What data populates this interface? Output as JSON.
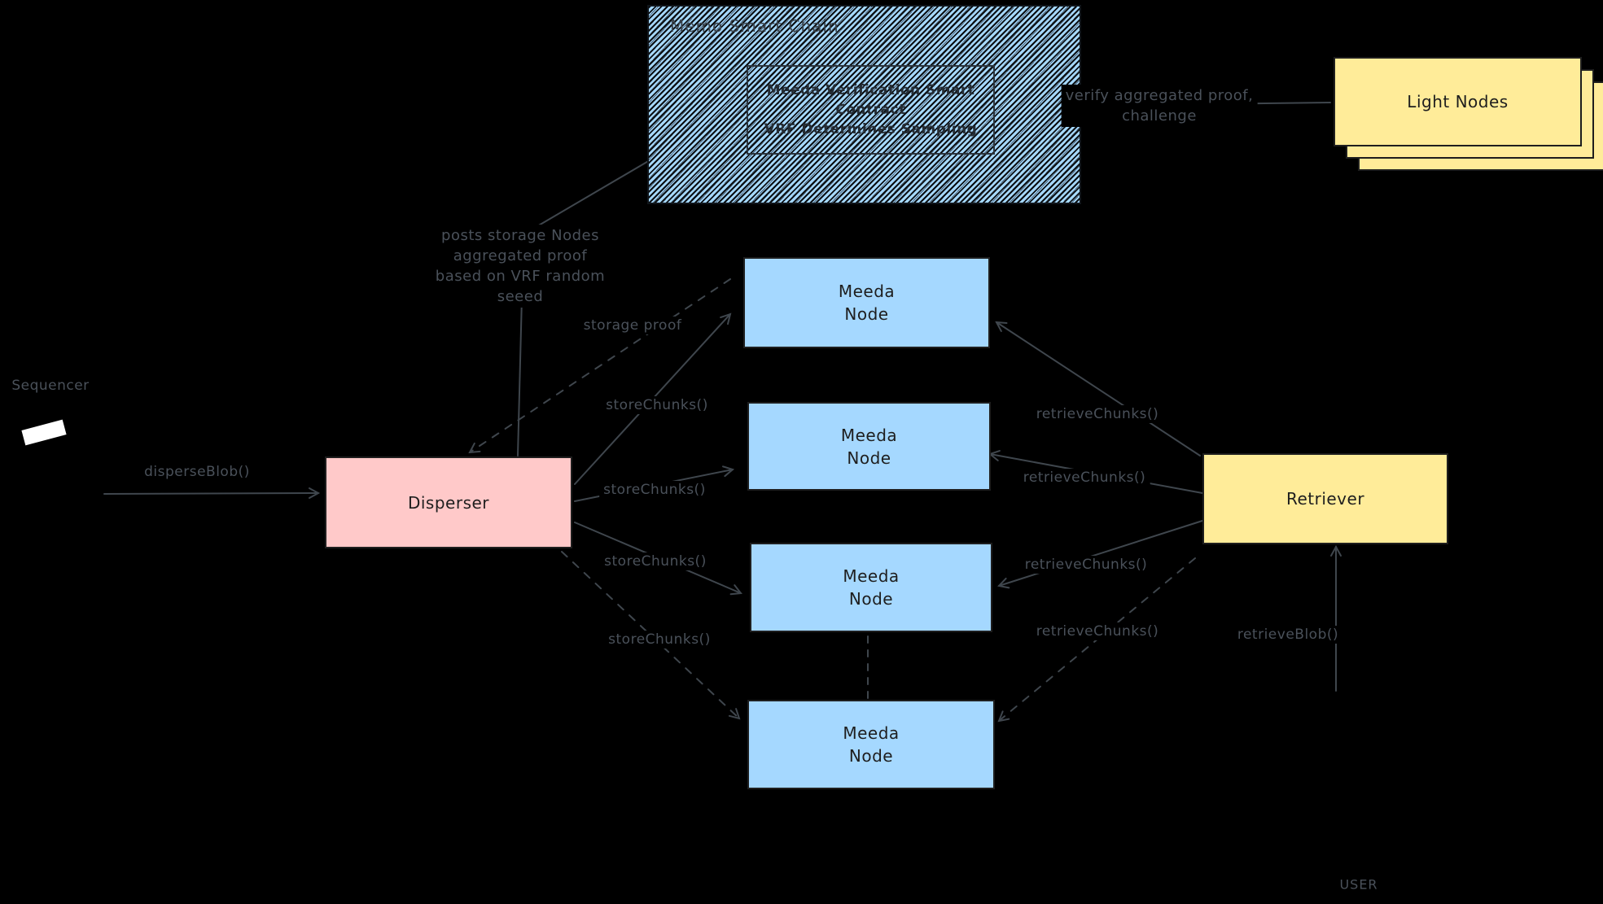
{
  "colors": {
    "background": "#000000",
    "meeda_node_fill": "#a5d8ff",
    "disperser_fill": "#ffc9c9",
    "retriever_fill": "#ffec99",
    "light_nodes_fill": "#ffec99",
    "connector_stroke": "#3f464d",
    "edge_label_text": "#4a515a",
    "box_text": "#1e1e1e"
  },
  "chain": {
    "title": "Memo Smart Chain",
    "contract_line1": "Meeda Verification Smart",
    "contract_line2": "Contract",
    "contract_line3": "VRF Determines Sampling"
  },
  "light_nodes": {
    "label": "Light Nodes"
  },
  "sequencer": {
    "label": "Sequencer"
  },
  "disperser": {
    "label": "Disperser"
  },
  "meeda_node": {
    "line1": "Meeda",
    "line2": "Node"
  },
  "retriever": {
    "label": "Retriever"
  },
  "user": {
    "label": "USER"
  },
  "labels": {
    "disperse_blob": "disperseBlob()",
    "store_chunks": "storeChunks()",
    "retrieve_chunks": "retrieveChunks()",
    "storage_proof": "storage proof",
    "retrieve_blob": "retrieveBlob()",
    "posts_line1": "posts storage Nodes",
    "posts_line2": "aggregated proof",
    "posts_line3": "based on VRF random",
    "posts_line4": "seeed",
    "verify_line1": "verify aggregated proof,",
    "verify_line2": "challenge"
  }
}
